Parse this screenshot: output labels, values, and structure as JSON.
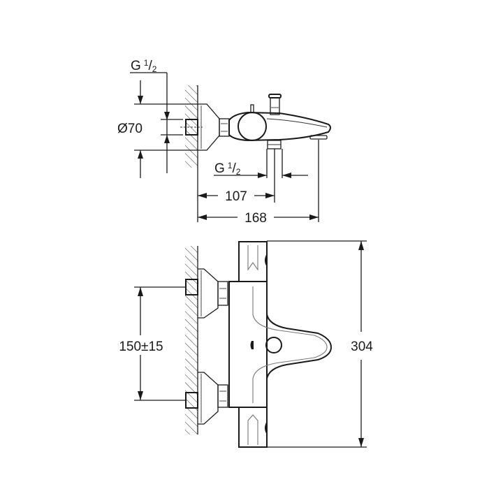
{
  "drawing": {
    "title": "Thermostatic bath mixer technical drawing",
    "top_view": {
      "labels": {
        "inlet_thread": "G",
        "inlet_thread_frac_num": "1",
        "inlet_thread_frac_den": "2",
        "escutcheon_diameter": "Ø70",
        "outlet_thread": "G",
        "outlet_thread_frac_num": "1",
        "outlet_thread_frac_den": "2",
        "outlet_distance": "107",
        "total_projection": "168"
      }
    },
    "front_view": {
      "labels": {
        "inlet_spacing": "150±15",
        "total_height": "304"
      }
    },
    "colors": {
      "line": "#1a1a1a",
      "background": "#ffffff",
      "secondary_line": "#777777"
    }
  }
}
